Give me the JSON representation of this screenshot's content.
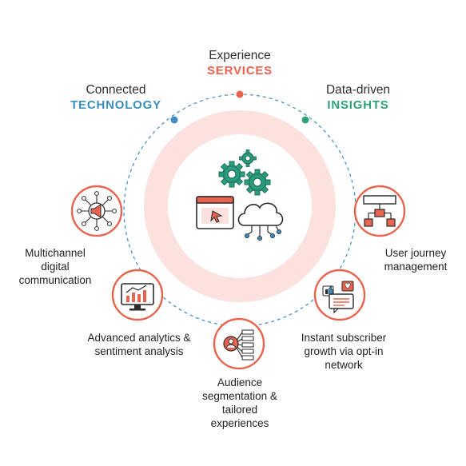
{
  "headers": {
    "top": {
      "sub": "Experience",
      "main": "SERVICES"
    },
    "left": {
      "sub": "Connected",
      "main": "TECHNOLOGY"
    },
    "right": {
      "sub": "Data-driven",
      "main": "INSIGHTS"
    }
  },
  "features": {
    "multichannel": "Multichannel digital communication",
    "analytics": "Advanced analytics & sentiment analysis",
    "audience": "Audience segmentation & tailored experiences",
    "instant": "Instant subscriber growth via opt-in network",
    "journey": "User journey management"
  },
  "colors": {
    "accent": "#e8644f",
    "blue": "#3a8fc0",
    "green": "#2fa27a",
    "ring": "#fbe2df",
    "teal": "#2a9d7e"
  },
  "icons": {
    "center": [
      "gear-icon",
      "browser-cursor-icon",
      "cloud-network-icon"
    ],
    "multichannel": "megaphone-network-icon",
    "analytics": "chart-monitor-icon",
    "audience": "user-segmentation-icon",
    "instant": "social-engagement-icon",
    "journey": "flowchart-icon"
  }
}
